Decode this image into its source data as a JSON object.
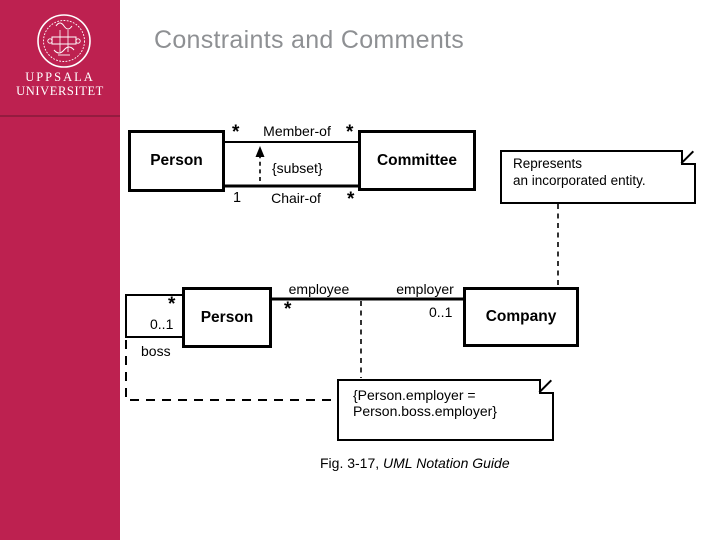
{
  "slide": {
    "title": "Constraints and Comments",
    "caption": {
      "prefix": "Fig. 3-17, ",
      "source_italic": "UML Notation Guide"
    }
  },
  "sidebar": {
    "org_line1": "UPPSALA",
    "org_line2": "UNIVERSITET",
    "seal_icon": "university-seal-icon"
  },
  "colors": {
    "sidebar_bg": "#BD2150",
    "sidebar_divider": "#941C3F",
    "title_gray": "#8E9093",
    "diagram_ink": "#000000"
  },
  "diagram_top": {
    "person_label": "Person",
    "committee_label": "Committee",
    "member_of": {
      "label": "Member-of",
      "left_mult": "*",
      "right_mult": "*"
    },
    "chair_of": {
      "label": "Chair-of",
      "left_mult": "1",
      "right_mult": "*"
    },
    "constraint": "{subset}",
    "note": {
      "line1": "Represents",
      "line2": "an incorporated entity."
    }
  },
  "diagram_bottom": {
    "person_label": "Person",
    "company_label": "Company",
    "employment": {
      "near_role": "employee",
      "near_mult": "*",
      "far_role": "employer",
      "far_mult": "0..1"
    },
    "boss_loop": {
      "mult_top": "*",
      "mult_bottom": "0..1",
      "role": "boss"
    },
    "note": {
      "line1": "{Person.employer =",
      "line2": "Person.boss.employer}"
    }
  }
}
